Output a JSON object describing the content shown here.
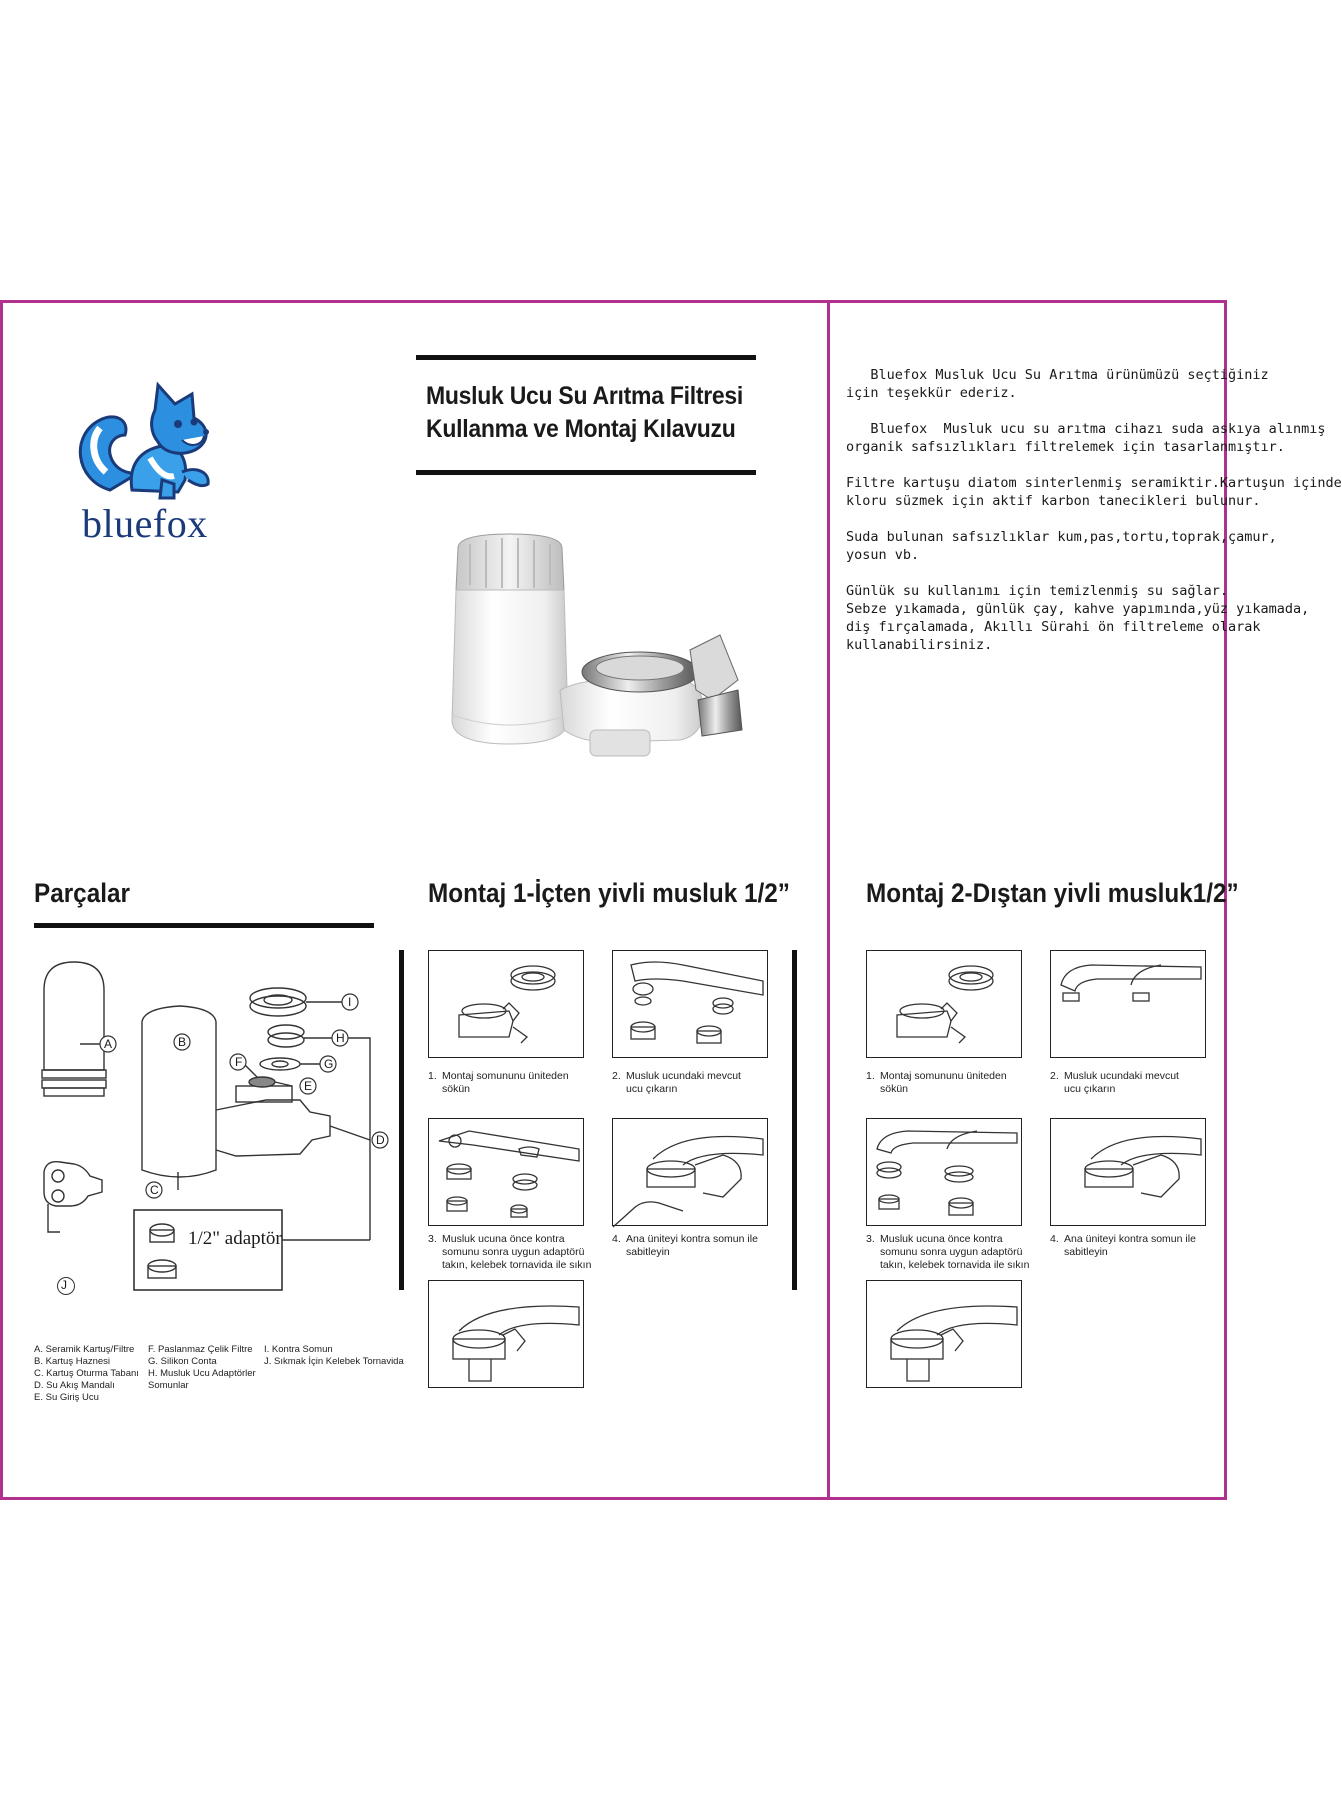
{
  "brand": {
    "name": "bluefox"
  },
  "title": {
    "line1": "Musluk Ucu Su Arıtma Filtresi",
    "line2": "Kullanma ve Montaj Kılavuzu"
  },
  "intro": [
    "   Bluefox Musluk Ucu Su Arıtma ürünümüzü seçtiğiniz\niçin teşekkür ederiz.",
    "   Bluefox  Musluk ucu su arıtma cihazı suda askıya alınmış\norganik safsızlıkları filtrelemek için tasarlanmıştır.",
    "Filtre kartuşu diatom sinterlenmiş seramiktir.Kartuşun içinde\nkloru süzmek için aktif karbon tanecikleri bulunur.",
    "Suda bulunan safsızlıklar kum,pas,tortu,toprak,çamur,\nyosun vb.",
    "Günlük su kullanımı için temizlenmiş su sağlar.\nSebze yıkamada, günlük çay, kahve yapımında,yüz yıkamada,\ndiş fırçalamada, Akıllı Sürahi ön filtreleme olarak\nkullanabilirsiniz."
  ],
  "parts": {
    "heading": "Parçalar",
    "markers": [
      "A",
      "B",
      "C",
      "D",
      "E",
      "F",
      "G",
      "H",
      "I",
      "J"
    ],
    "adapter_label": "1/2\" adaptör",
    "legend": {
      "col1": [
        "A.   Seramik Kartuş/Filtre",
        "B.   Kartuş Haznesi",
        "C.   Kartuş Oturma Tabanı",
        "D.   Su Akış Mandalı",
        "E.   Su Giriş Ucu"
      ],
      "col2": [
        "F.    Paslanmaz Çelik Filtre",
        "G.   Silikon Conta",
        "H.   Musluk Ucu Adaptörler",
        "       Somunlar"
      ],
      "col3": [
        "I.     Kontra Somun",
        "J.    Sıkmak İçin Kelebek Tornavida"
      ]
    }
  },
  "montaj1": {
    "heading": "Montaj 1-İçten yivli musluk  1/2”",
    "steps": [
      {
        "n": "1.",
        "text": "Montaj somununu üniteden\nsökün"
      },
      {
        "n": "2.",
        "text": "Musluk ucundaki mevcut\nucu çıkarın"
      },
      {
        "n": "3.",
        "text": "Musluk ucuna önce kontra\nsomunu sonra uygun adaptörü\ntakın, kelebek tornavida ile sıkın"
      },
      {
        "n": "4.",
        "text": "Ana üniteyi kontra somun ile\nsabitleyin"
      }
    ]
  },
  "montaj2": {
    "heading": "Montaj 2-Dıştan yivli musluk1/2”",
    "steps": [
      {
        "n": "1.",
        "text": "Montaj somununu üniteden\nsökün"
      },
      {
        "n": "2.",
        "text": "Musluk ucundaki mevcut\nucu çıkarın"
      },
      {
        "n": "3.",
        "text": "Musluk ucuna önce kontra\nsomunu sonra uygun adaptörü\ntakın, kelebek tornavida ile sıkın"
      },
      {
        "n": "4.",
        "text": "Ana üniteyi kontra somun ile\nsabitleyin"
      }
    ]
  },
  "colors": {
    "frame": "#b0328e",
    "fox_blue": "#2d8fe0",
    "fox_dark": "#1b3a7a",
    "text": "#1a1a1a"
  }
}
